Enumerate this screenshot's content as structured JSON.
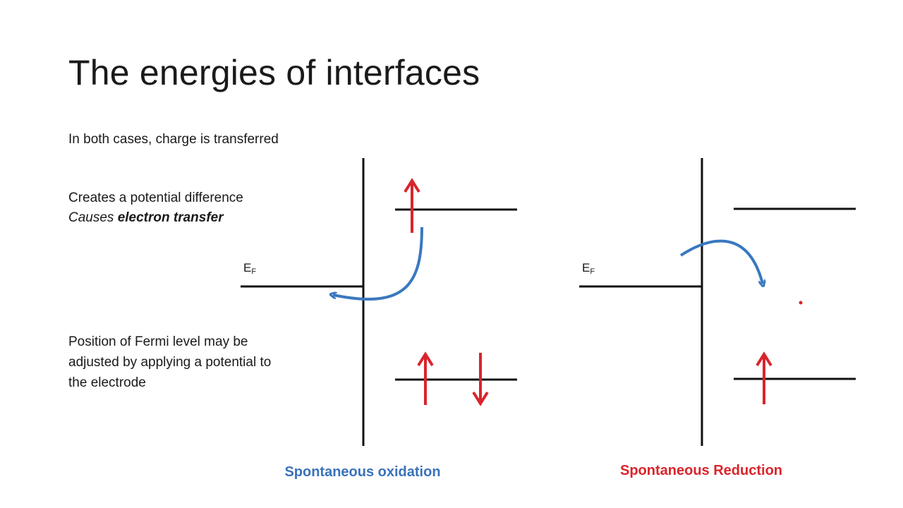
{
  "slide": {
    "title": "The energies of interfaces",
    "line1": "In both cases, charge is transferred",
    "line2": "Creates a potential difference",
    "line3_prefix": "Causes ",
    "line3_bold": "electron transfer",
    "line4": "Position of Fermi level may be",
    "line5": "adjusted by applying a potential to",
    "line6": "the electrode"
  },
  "diagram_left": {
    "fermi_label_main": "E",
    "fermi_label_sub": "F",
    "caption": "Spontaneous oxidation"
  },
  "diagram_right": {
    "fermi_label_main": "E",
    "fermi_label_sub": "F",
    "caption": "Spontaneous Reduction"
  },
  "colors": {
    "line": "#111111",
    "spin_arrow": "#d9242b",
    "transfer_arrow": "#3a78c0",
    "oxidation_caption": "#3a72b9",
    "reduction_caption": "#d9242b"
  },
  "icons": {
    "spin_up": "spin-up-arrow-icon",
    "spin_down": "spin-down-arrow-icon",
    "transfer": "electron-transfer-arrow-icon"
  }
}
